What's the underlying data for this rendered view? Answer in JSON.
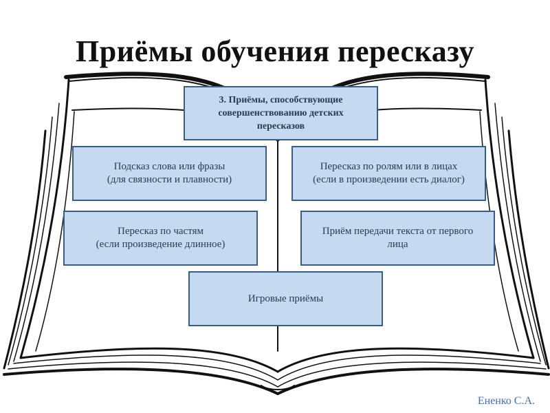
{
  "title": "Приёмы обучения пересказу",
  "boxes": {
    "header": "3. Приёмы, способствующие\nсовершенствованию детских\nпересказов",
    "hint": "Подсказ слова или фразы\n(для связности и плавности)",
    "roles": "Пересказ по ролям или в лицах\n(если в произведении есть диалог)",
    "parts": "Пересказ по частям\n(если произведение длинное)",
    "first_person": "Приём передачи текста от первого\nлица",
    "games": "Игровые приёмы"
  },
  "author": "Ененко С.А.",
  "colors": {
    "box_fill": "#c5d9f1",
    "box_border": "#385d8a",
    "author": "#3f6fb5"
  }
}
